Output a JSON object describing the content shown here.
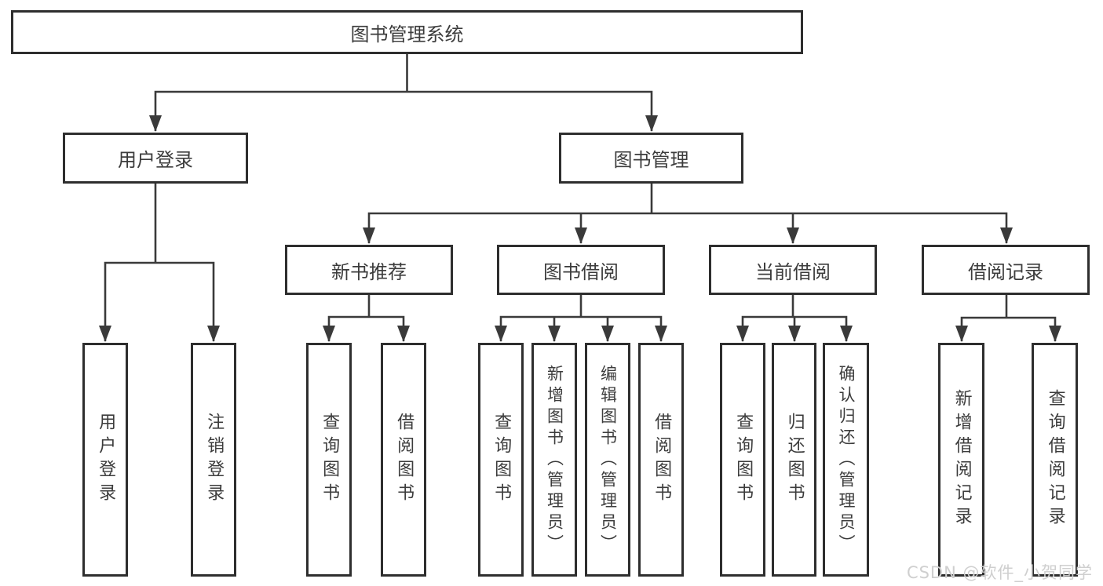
{
  "tree": {
    "label": "图书管理系统",
    "children": [
      {
        "label": "用户登录",
        "children": [
          {
            "label": "用户登录"
          },
          {
            "label": "注销登录"
          }
        ]
      },
      {
        "label": "图书管理",
        "children": [
          {
            "label": "新书推荐",
            "children": [
              {
                "label": "查询图书"
              },
              {
                "label": "借阅图书"
              }
            ]
          },
          {
            "label": "图书借阅",
            "children": [
              {
                "label": "查询图书"
              },
              {
                "label": "新增图书（管理员）"
              },
              {
                "label": "编辑图书（管理员）"
              },
              {
                "label": "借阅图书"
              }
            ]
          },
          {
            "label": "当前借阅",
            "children": [
              {
                "label": "查询图书"
              },
              {
                "label": "归还图书"
              },
              {
                "label": "确认归还（管理员）"
              }
            ]
          },
          {
            "label": "借阅记录",
            "children": [
              {
                "label": "新增借阅记录"
              },
              {
                "label": "查询借阅记录"
              }
            ]
          }
        ]
      }
    ]
  },
  "watermark": {
    "text": "CSDN @软件_小贺同学"
  },
  "colors": {
    "line": "#3a3a3a",
    "box_border": "#2e2e2e",
    "text": "#3c3c3c",
    "watermark": "#cfcfcf",
    "background": "#ffffff"
  }
}
